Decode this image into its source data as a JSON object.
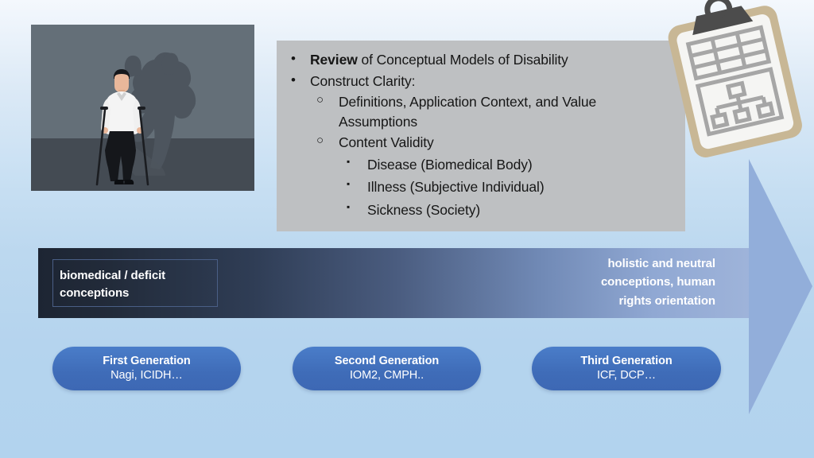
{
  "slide": {
    "background_top_color": "#f4f8fd",
    "background_bottom_color": "#b2d3ee"
  },
  "photo": {
    "alt_name": "person-with-crutches-and-muscular-shadow",
    "wall_color": "#646f78",
    "floor_color": "#444b53",
    "shadow_color": "#4d555e",
    "shirt_color": "#f2f2f2",
    "trousers_color": "#14161a",
    "skin_color": "#e8b79a",
    "hair_color": "#16181c"
  },
  "content_panel": {
    "background_color": "#bec0c2",
    "bullets": [
      {
        "marker": "bullet-dot",
        "glyph": "•",
        "text_bold": "Review",
        "text_rest": " of Conceptual Models of Disability"
      },
      {
        "marker": "bullet-dot",
        "glyph": "•",
        "text_bold": "",
        "text_rest": "Construct Clarity:",
        "children": [
          {
            "marker": "bullet-circle",
            "glyph": "○",
            "text": "Definitions, Application Context, and Value Assumptions"
          },
          {
            "marker": "bullet-circle",
            "glyph": "○",
            "text": "Content Validity",
            "children": [
              {
                "marker": "bullet-square",
                "glyph": "▪",
                "text": "Disease (Biomedical Body)"
              },
              {
                "marker": "bullet-square",
                "glyph": "▪",
                "text": "Illness (Subjective Individual)"
              },
              {
                "marker": "bullet-square",
                "glyph": "▪",
                "text": "Sickness (Society)"
              }
            ]
          }
        ]
      }
    ]
  },
  "clipboard_icon": {
    "name": "clipboard-with-table-and-orgchart-icon",
    "board_color": "#c8b795",
    "paper_color": "#f5f5f3",
    "clip_color": "#4c4c4c",
    "line_color": "#a6a6a6"
  },
  "timeline_arrow": {
    "name": "progression-arrow",
    "gradient_start_color": "#1d2533",
    "gradient_end_color": "#9fb4da",
    "arrowhead_color": "#92aeda",
    "left_label": {
      "line_1": "biomedical / deficit",
      "line_2": "conceptions",
      "border_color": "#4a5f86",
      "text_color": "#ffffff"
    },
    "right_label": {
      "line_1": "holistic and neutral",
      "line_2": "conceptions, human",
      "line_3": "rights orientation",
      "text_color": "#ffffff"
    }
  },
  "generations": {
    "pill_color": "#3f6cb8",
    "text_color": "#ffffff",
    "items": [
      {
        "title": "First Generation",
        "subtitle": "Nagi, ICIDH…"
      },
      {
        "title": "Second Generation",
        "subtitle": "IOM2, CMPH.."
      },
      {
        "title": "Third Generation",
        "subtitle": "ICF, DCP…"
      }
    ]
  }
}
